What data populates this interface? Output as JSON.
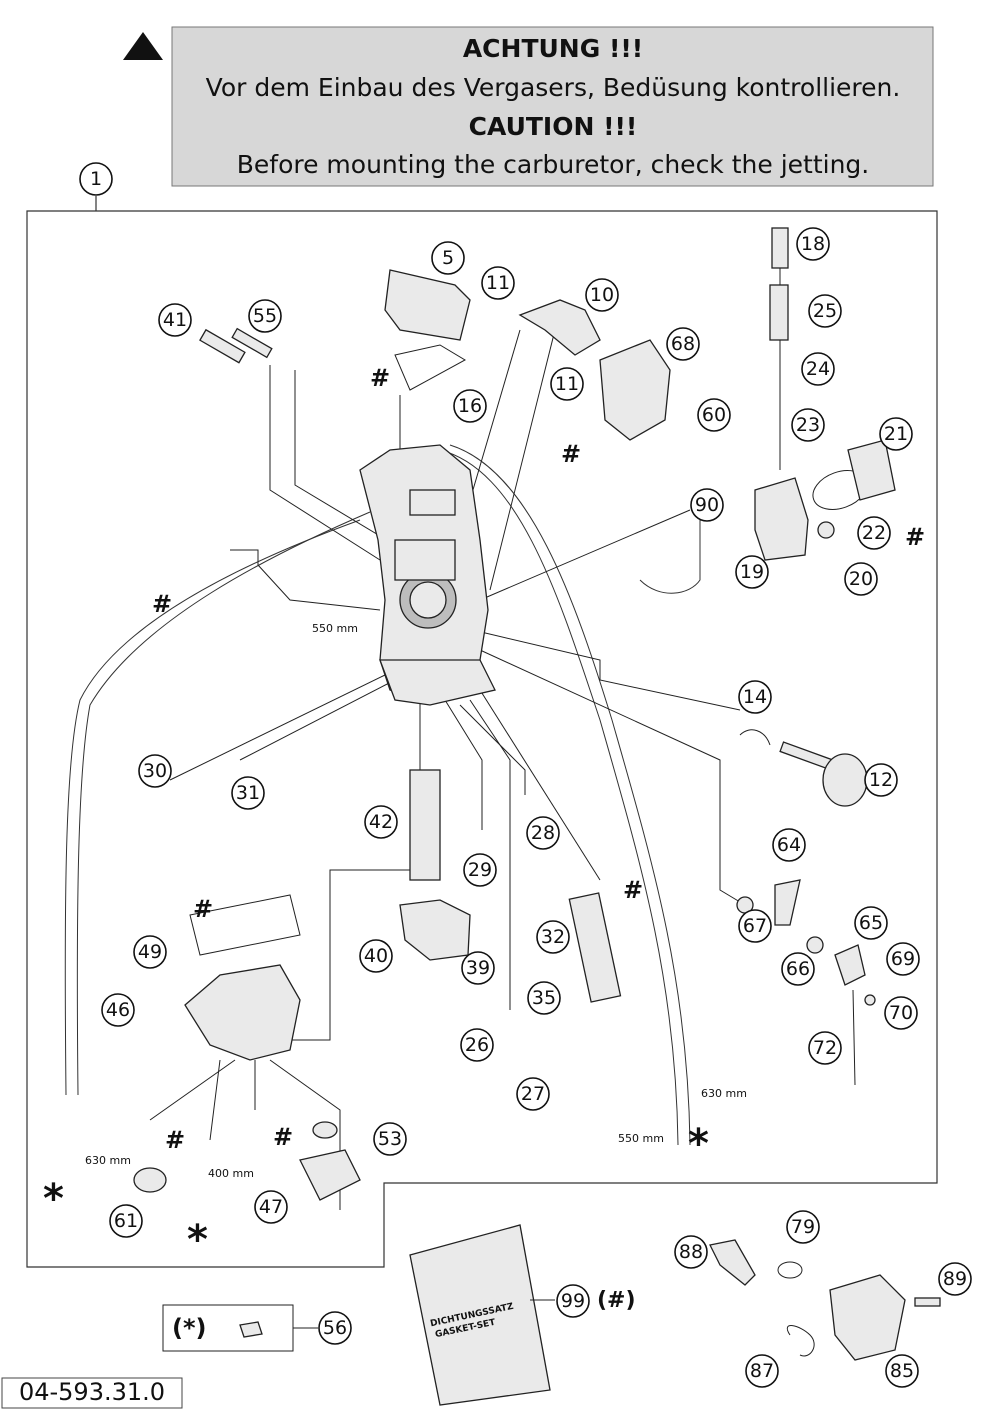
{
  "warning": {
    "title_de": "ACHTUNG !!!",
    "text_de": "Vor dem Einbau des Vergasers, Bedüsung kontrollieren.",
    "title_en": "CAUTION !!!",
    "text_en": "Before mounting the carburetor, check the jetting."
  },
  "callouts": [
    "1",
    "5",
    "10",
    "11",
    "11",
    "12",
    "14",
    "16",
    "18",
    "19",
    "20",
    "21",
    "22",
    "23",
    "24",
    "25",
    "26",
    "27",
    "28",
    "29",
    "30",
    "31",
    "32",
    "35",
    "39",
    "40",
    "41",
    "42",
    "46",
    "47",
    "49",
    "53",
    "55",
    "56",
    "60",
    "61",
    "64",
    "65",
    "66",
    "67",
    "68",
    "69",
    "70",
    "72",
    "79",
    "85",
    "87",
    "88",
    "89",
    "90",
    "99"
  ],
  "measurements": {
    "m550_top": "550 mm",
    "m630_left": "630 mm",
    "m400": "400 mm",
    "m630_right": "630 mm",
    "m550_right": "550 mm"
  },
  "marks": {
    "hash": "#",
    "asterisk": "*",
    "paren_asterisk": "(*)",
    "paren_hash": "(#)"
  },
  "gasket_kit": {
    "label_de": "DICHTUNGSSATZ",
    "label_en": "GASKET-SET"
  },
  "drawing_number": "04-593.31.0"
}
